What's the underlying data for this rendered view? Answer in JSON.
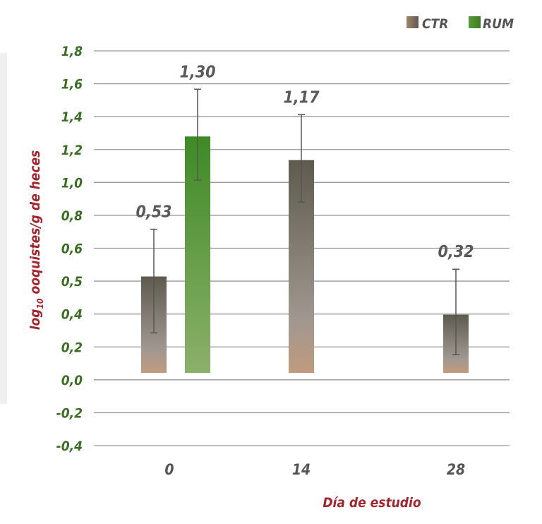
{
  "chart_data": {
    "type": "bar",
    "title": "",
    "xlabel": "Día de estudio",
    "ylabel_main": "log",
    "ylabel_sub": "10",
    "ylabel_rest": " ooquistes/g de heces",
    "ylim": [
      -0.4,
      1.8
    ],
    "ytick_labels": [
      "1,8",
      "1,6",
      "1,4",
      "1,2",
      "1,0",
      "0,8",
      "0,6",
      "0,5",
      "0,4",
      "0,2",
      "0,0",
      "-0,2",
      "-0,4"
    ],
    "categories": [
      "0",
      "14",
      "28"
    ],
    "legend": {
      "position": "top-right",
      "entries": [
        "CTR",
        "RUM"
      ]
    },
    "colors": {
      "CTR": "#8a7462",
      "RUM": "#4a8a2a",
      "grid": "#9a9a9a"
    },
    "bars": [
      {
        "category": "0",
        "series": "CTR",
        "value": 0.53,
        "label": "0,53",
        "err_low": 0.22,
        "err_high": 0.79
      },
      {
        "category": "0",
        "series": "RUM",
        "value": 1.3,
        "label": "1,30",
        "err_low": 1.06,
        "err_high": 1.56
      },
      {
        "category": "14",
        "series": "CTR",
        "value": 1.17,
        "label": "1,17",
        "err_low": 0.94,
        "err_high": 1.42
      },
      {
        "category": "28",
        "series": "CTR",
        "value": 0.32,
        "label": "0,32",
        "err_low": 0.1,
        "err_high": 0.57
      }
    ]
  }
}
